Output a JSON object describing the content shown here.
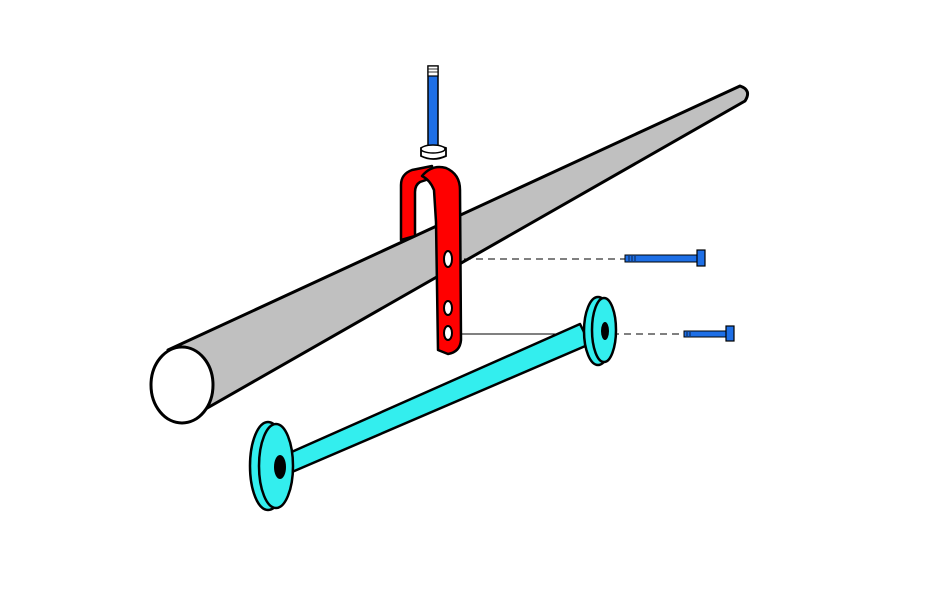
{
  "diagram": {
    "parts": [
      {
        "name": "pipe",
        "color": "#c0c0c0"
      },
      {
        "name": "u-clamp",
        "color": "#ff0000"
      },
      {
        "name": "top-bolt",
        "color": "#1e6fe6"
      },
      {
        "name": "side-bolt-upper",
        "color": "#1e6fe6"
      },
      {
        "name": "side-bolt-lower",
        "color": "#1e6fe6"
      },
      {
        "name": "spacer-rod",
        "color": "#33eeee"
      }
    ],
    "outline_color": "#000000",
    "background": "#ffffff"
  }
}
